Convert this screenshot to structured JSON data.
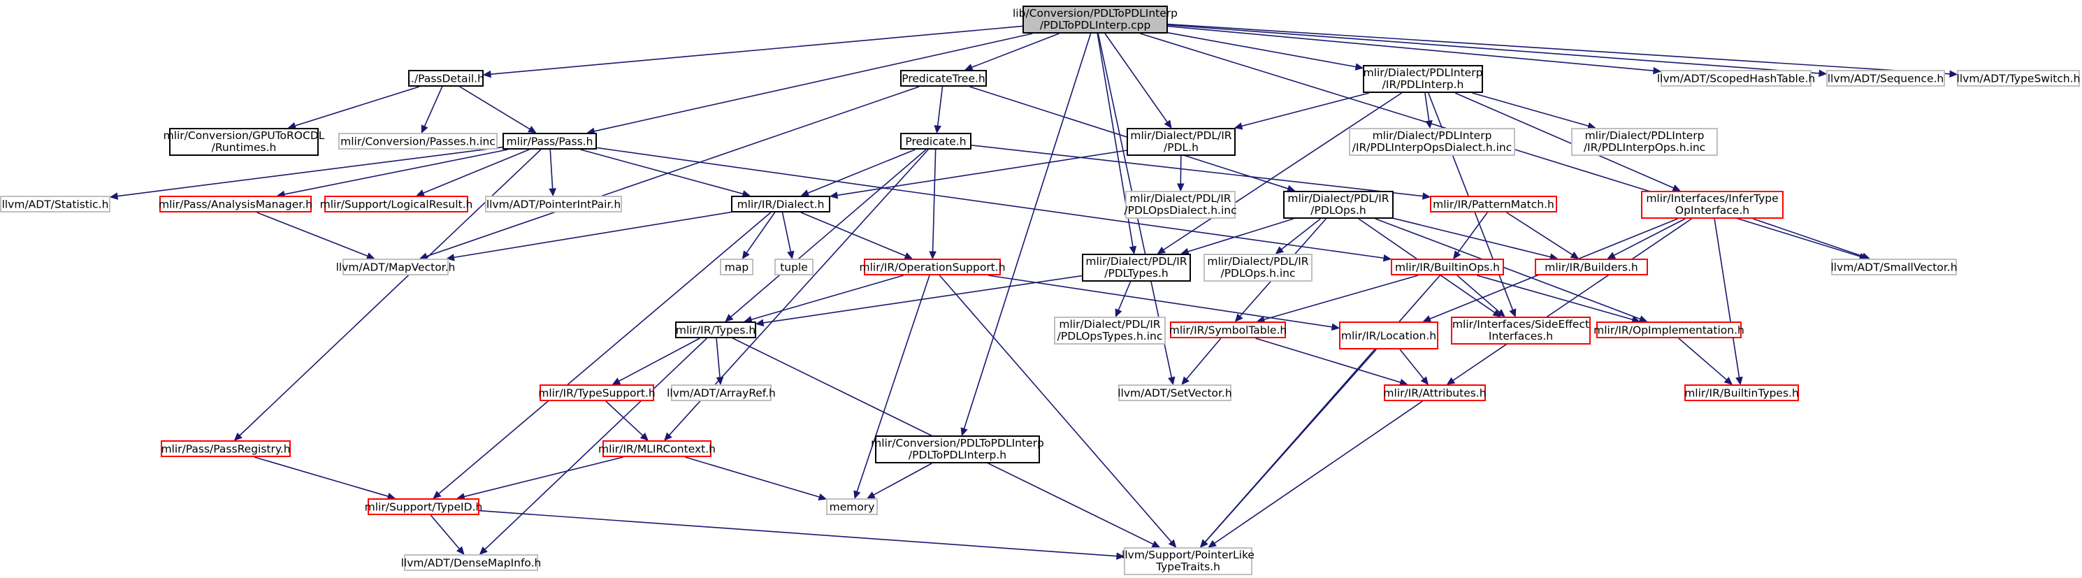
{
  "colors": {
    "root_fill": "#bfbfbf",
    "root_stroke": "#000000",
    "doc_stroke": "#000000",
    "missing_stroke": "#bfbfbf",
    "error_stroke": "#ff0000",
    "edge": "#191970",
    "text": "#000000"
  },
  "nodes": [
    {
      "id": "root",
      "kind": "root",
      "lines": [
        "lib/Conversion/PDLToPDLInterp",
        "/PDLToPDLInterp.cpp"
      ]
    },
    {
      "id": "passdetail",
      "kind": "doc",
      "lines": [
        "../PassDetail.h"
      ]
    },
    {
      "id": "predtree",
      "kind": "doc",
      "lines": [
        "PredicateTree.h"
      ]
    },
    {
      "id": "pdlinterp",
      "kind": "doc",
      "lines": [
        "mlir/Dialect/PDLInterp",
        "/IR/PDLInterp.h"
      ]
    },
    {
      "id": "scopedhash",
      "kind": "missing",
      "lines": [
        "llvm/ADT/ScopedHashTable.h"
      ]
    },
    {
      "id": "sequence",
      "kind": "missing",
      "lines": [
        "llvm/ADT/Sequence.h"
      ]
    },
    {
      "id": "typeswitch",
      "kind": "missing",
      "lines": [
        "llvm/ADT/TypeSwitch.h"
      ]
    },
    {
      "id": "gputorocdl",
      "kind": "doc",
      "lines": [
        "mlir/Conversion/GPUToROCDL",
        "/Runtimes.h"
      ]
    },
    {
      "id": "passeshinc",
      "kind": "missing",
      "lines": [
        "mlir/Conversion/Passes.h.inc"
      ]
    },
    {
      "id": "passpass",
      "kind": "doc",
      "lines": [
        "mlir/Pass/Pass.h"
      ]
    },
    {
      "id": "predicate",
      "kind": "doc",
      "lines": [
        "Predicate.h"
      ]
    },
    {
      "id": "pdlh",
      "kind": "doc",
      "lines": [
        "mlir/Dialect/PDL/IR",
        "/PDL.h"
      ]
    },
    {
      "id": "interpdialectinc",
      "kind": "missing",
      "lines": [
        "mlir/Dialect/PDLInterp",
        "/IR/PDLInterpOpsDialect.h.inc"
      ]
    },
    {
      "id": "interpopsinc",
      "kind": "missing",
      "lines": [
        "mlir/Dialect/PDLInterp",
        "/IR/PDLInterpOps.h.inc"
      ]
    },
    {
      "id": "infertype",
      "kind": "error",
      "lines": [
        "mlir/Interfaces/InferType",
        "OpInterface.h"
      ]
    },
    {
      "id": "statistic",
      "kind": "missing",
      "lines": [
        "llvm/ADT/Statistic.h"
      ]
    },
    {
      "id": "analysismgr",
      "kind": "error",
      "lines": [
        "mlir/Pass/AnalysisManager.h"
      ]
    },
    {
      "id": "logicalresult",
      "kind": "error",
      "lines": [
        "mlir/Support/LogicalResult.h"
      ]
    },
    {
      "id": "pointerintpair",
      "kind": "missing",
      "lines": [
        "llvm/ADT/PointerIntPair.h"
      ]
    },
    {
      "id": "dialect",
      "kind": "doc",
      "lines": [
        "mlir/IR/Dialect.h"
      ]
    },
    {
      "id": "pdldialectinc",
      "kind": "missing",
      "lines": [
        "mlir/Dialect/PDL/IR",
        "/PDLOpsDialect.h.inc"
      ]
    },
    {
      "id": "pdlops",
      "kind": "doc",
      "lines": [
        "mlir/Dialect/PDL/IR",
        "/PDLOps.h"
      ]
    },
    {
      "id": "patternmatch",
      "kind": "error",
      "lines": [
        "mlir/IR/PatternMatch.h"
      ]
    },
    {
      "id": "mapvector",
      "kind": "missing",
      "lines": [
        "llvm/ADT/MapVector.h"
      ]
    },
    {
      "id": "map",
      "kind": "missing",
      "lines": [
        "map"
      ]
    },
    {
      "id": "tuple",
      "kind": "missing",
      "lines": [
        "tuple"
      ]
    },
    {
      "id": "opsupport",
      "kind": "error",
      "lines": [
        "mlir/IR/OperationSupport.h"
      ]
    },
    {
      "id": "pdltypes",
      "kind": "doc",
      "lines": [
        "mlir/Dialect/PDL/IR",
        "/PDLTypes.h"
      ]
    },
    {
      "id": "pdlopshinc",
      "kind": "missing",
      "lines": [
        "mlir/Dialect/PDL/IR",
        "/PDLOps.h.inc"
      ]
    },
    {
      "id": "builtinops",
      "kind": "error",
      "lines": [
        "mlir/IR/BuiltinOps.h"
      ]
    },
    {
      "id": "builders",
      "kind": "error",
      "lines": [
        "mlir/IR/Builders.h"
      ]
    },
    {
      "id": "smallvector",
      "kind": "missing",
      "lines": [
        "llvm/ADT/SmallVector.h"
      ]
    },
    {
      "id": "types",
      "kind": "doc",
      "lines": [
        "mlir/IR/Types.h"
      ]
    },
    {
      "id": "pdlopstypesinc",
      "kind": "missing",
      "lines": [
        "mlir/Dialect/PDL/IR",
        "/PDLOpsTypes.h.inc"
      ]
    },
    {
      "id": "symboltable",
      "kind": "error",
      "lines": [
        "mlir/IR/SymbolTable.h"
      ]
    },
    {
      "id": "location",
      "kind": "error",
      "lines": [
        "mlir/IR/Location.h"
      ]
    },
    {
      "id": "sideeffect",
      "kind": "error",
      "lines": [
        "mlir/Interfaces/SideEffect",
        "Interfaces.h"
      ]
    },
    {
      "id": "opimpl",
      "kind": "error",
      "lines": [
        "mlir/IR/OpImplementation.h"
      ]
    },
    {
      "id": "typesupport",
      "kind": "error",
      "lines": [
        "mlir/IR/TypeSupport.h"
      ]
    },
    {
      "id": "arrayref",
      "kind": "missing",
      "lines": [
        "llvm/ADT/ArrayRef.h"
      ]
    },
    {
      "id": "setvector",
      "kind": "missing",
      "lines": [
        "llvm/ADT/SetVector.h"
      ]
    },
    {
      "id": "attributes",
      "kind": "error",
      "lines": [
        "mlir/IR/Attributes.h"
      ]
    },
    {
      "id": "builtintypes",
      "kind": "error",
      "lines": [
        "mlir/IR/BuiltinTypes.h"
      ]
    },
    {
      "id": "passregistry",
      "kind": "error",
      "lines": [
        "mlir/Pass/PassRegistry.h"
      ]
    },
    {
      "id": "mlircontext",
      "kind": "error",
      "lines": [
        "mlir/IR/MLIRContext.h"
      ]
    },
    {
      "id": "convpdlh",
      "kind": "doc",
      "lines": [
        "mlir/Conversion/PDLToPDLInterp",
        "/PDLToPDLInterp.h"
      ]
    },
    {
      "id": "typeid",
      "kind": "error",
      "lines": [
        "mlir/Support/TypeID.h"
      ]
    },
    {
      "id": "memory",
      "kind": "missing",
      "lines": [
        "memory"
      ]
    },
    {
      "id": "densemapinfo",
      "kind": "missing",
      "lines": [
        "llvm/ADT/DenseMapInfo.h"
      ]
    },
    {
      "id": "pointerlike",
      "kind": "missing",
      "lines": [
        "llvm/Support/PointerLike",
        "TypeTraits.h"
      ]
    }
  ],
  "edges": [
    [
      "root",
      "passdetail"
    ],
    [
      "root",
      "passpass"
    ],
    [
      "root",
      "predtree"
    ],
    [
      "root",
      "pdlinterp"
    ],
    [
      "root",
      "pdlh"
    ],
    [
      "root",
      "pdltypes"
    ],
    [
      "root",
      "scopedhash"
    ],
    [
      "root",
      "sequence"
    ],
    [
      "root",
      "typeswitch"
    ],
    [
      "root",
      "setvector"
    ],
    [
      "root",
      "smallvector"
    ],
    [
      "root",
      "convpdlh"
    ],
    [
      "passdetail",
      "gputorocdl"
    ],
    [
      "passdetail",
      "passeshinc"
    ],
    [
      "passdetail",
      "passpass"
    ],
    [
      "passpass",
      "statistic"
    ],
    [
      "passpass",
      "analysismgr"
    ],
    [
      "passpass",
      "logicalresult"
    ],
    [
      "passpass",
      "pointerintpair"
    ],
    [
      "passpass",
      "dialect"
    ],
    [
      "passpass",
      "passregistry"
    ],
    [
      "passpass",
      "builtinops"
    ],
    [
      "predtree",
      "predicate"
    ],
    [
      "predtree",
      "pdlops"
    ],
    [
      "predtree",
      "mapvector"
    ],
    [
      "predicate",
      "dialect"
    ],
    [
      "predicate",
      "opsupport"
    ],
    [
      "predicate",
      "types"
    ],
    [
      "predicate",
      "mlircontext"
    ],
    [
      "predicate",
      "patternmatch"
    ],
    [
      "pdlinterp",
      "pdlh"
    ],
    [
      "pdlinterp",
      "pdltypes"
    ],
    [
      "pdlinterp",
      "interpdialectinc"
    ],
    [
      "pdlinterp",
      "interpopsinc"
    ],
    [
      "pdlinterp",
      "infertype"
    ],
    [
      "pdlinterp",
      "sideeffect"
    ],
    [
      "pdlh",
      "dialect"
    ],
    [
      "pdlh",
      "pdldialectinc"
    ],
    [
      "pdlops",
      "pdltypes"
    ],
    [
      "pdlops",
      "pdlopshinc"
    ],
    [
      "pdlops",
      "symboltable"
    ],
    [
      "pdlops",
      "sideeffect"
    ],
    [
      "pdlops",
      "builders"
    ],
    [
      "pdlops",
      "opimpl"
    ],
    [
      "pdltypes",
      "types"
    ],
    [
      "pdltypes",
      "pdlopstypesinc"
    ],
    [
      "dialect",
      "mapvector"
    ],
    [
      "dialect",
      "map"
    ],
    [
      "dialect",
      "tuple"
    ],
    [
      "dialect",
      "opsupport"
    ],
    [
      "dialect",
      "typeid"
    ],
    [
      "analysismgr",
      "mapvector"
    ],
    [
      "opsupport",
      "types"
    ],
    [
      "opsupport",
      "location"
    ],
    [
      "opsupport",
      "memory"
    ],
    [
      "opsupport",
      "pointerlike"
    ],
    [
      "patternmatch",
      "builtinops"
    ],
    [
      "patternmatch",
      "builders"
    ],
    [
      "builtinops",
      "symboltable"
    ],
    [
      "builtinops",
      "opimpl"
    ],
    [
      "builtinops",
      "sideeffect"
    ],
    [
      "builtinops",
      "pointerlike"
    ],
    [
      "infertype",
      "builders"
    ],
    [
      "infertype",
      "location"
    ],
    [
      "infertype",
      "smallvector"
    ],
    [
      "infertype",
      "attributes"
    ],
    [
      "infertype",
      "builtintypes"
    ],
    [
      "types",
      "typesupport"
    ],
    [
      "types",
      "arrayref"
    ],
    [
      "types",
      "densemapinfo"
    ],
    [
      "types",
      "pointerlike"
    ],
    [
      "symboltable",
      "setvector"
    ],
    [
      "symboltable",
      "attributes"
    ],
    [
      "location",
      "attributes"
    ],
    [
      "location",
      "pointerlike"
    ],
    [
      "opimpl",
      "builtintypes"
    ],
    [
      "typesupport",
      "mlircontext"
    ],
    [
      "mlircontext",
      "typeid"
    ],
    [
      "mlircontext",
      "memory"
    ],
    [
      "passregistry",
      "typeid"
    ],
    [
      "convpdlh",
      "memory"
    ],
    [
      "typeid",
      "densemapinfo"
    ],
    [
      "typeid",
      "pointerlike"
    ],
    [
      "attributes",
      "pointerlike"
    ]
  ]
}
